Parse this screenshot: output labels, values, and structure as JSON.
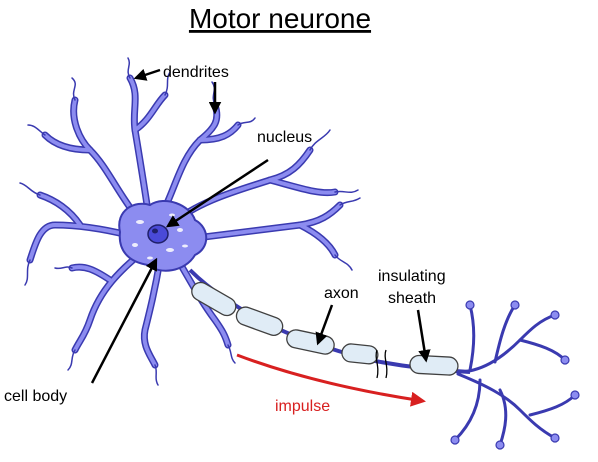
{
  "title": "Motor neurone",
  "labels": {
    "dendrites": "dendrites",
    "nucleus": "nucleus",
    "axon": "axon",
    "insulating_line1": "insulating",
    "insulating_line2": "sheath",
    "cell_body": "cell body",
    "impulse": "impulse"
  },
  "colors": {
    "neuron_fill": "#8c8cf0",
    "neuron_outline": "#3a3ab0",
    "nucleus": "#4a4ad8",
    "sheath_fill": "#e0ecf6",
    "impulse_arrow": "#d82020",
    "label_arrows": "#000000"
  }
}
